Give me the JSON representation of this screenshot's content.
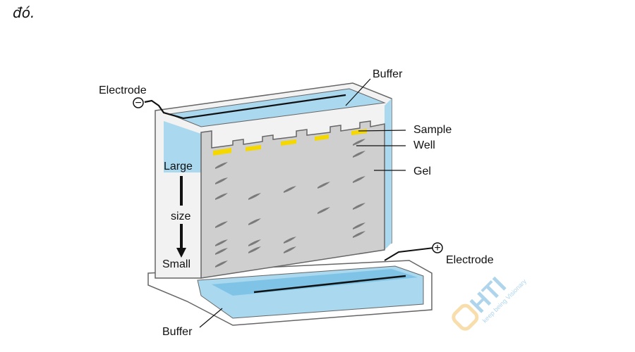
{
  "caption": "đó.",
  "labels": {
    "buffer_top": "Buffer",
    "electrode_negative": "Electrode",
    "sample": "Sample",
    "well": "Well",
    "gel": "Gel",
    "large": "Large",
    "size": "size",
    "small": "Small",
    "electrode_positive": "Electrode",
    "buffer_bottom": "Buffer",
    "minus_sign": "−",
    "plus_sign": "+"
  },
  "watermark": {
    "text": "HTI",
    "tagline": "keep being Visionary"
  },
  "colors": {
    "buffer": "#a9d8ef",
    "gel": "#cfcfcf",
    "sample": "#f5d800",
    "band": "#7a7a7a"
  }
}
